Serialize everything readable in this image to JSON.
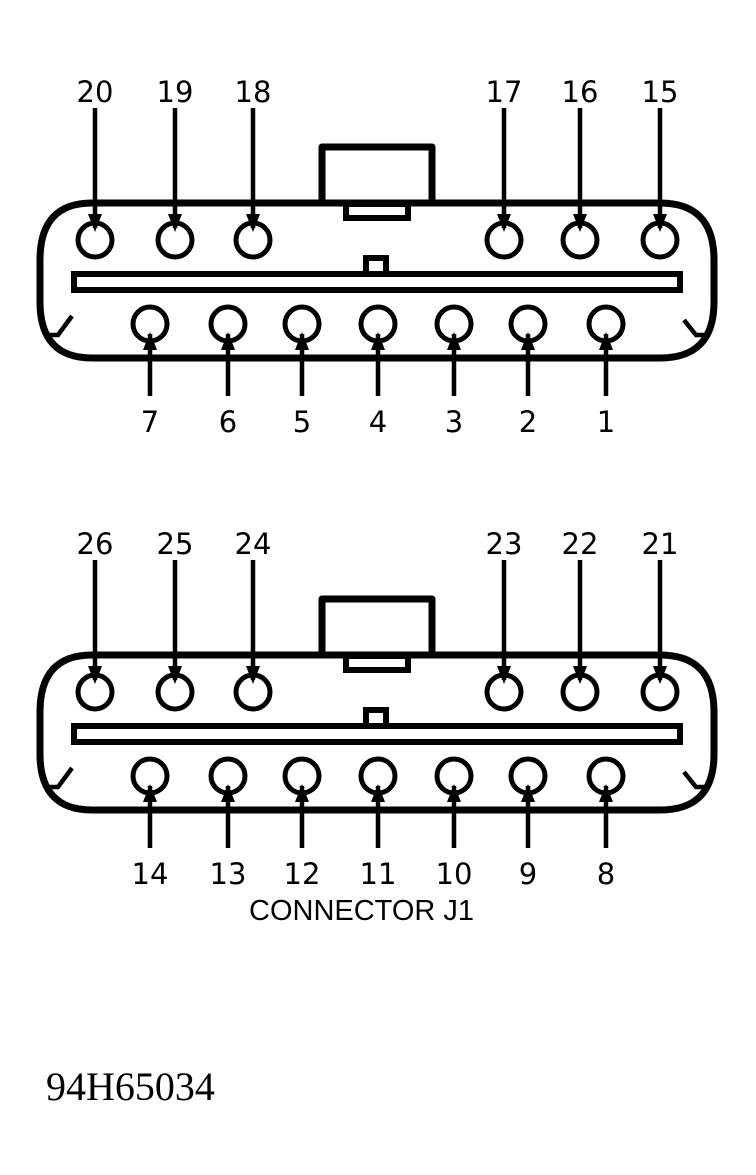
{
  "caption": "CONNECTOR J1",
  "figure_id": "94H65034",
  "connectors": [
    {
      "top_row": [
        "20",
        "19",
        "18",
        "17",
        "16",
        "15"
      ],
      "bottom_row": [
        "7",
        "6",
        "5",
        "4",
        "3",
        "2",
        "1"
      ]
    },
    {
      "top_row": [
        "26",
        "25",
        "24",
        "23",
        "22",
        "21"
      ],
      "bottom_row": [
        "14",
        "13",
        "12",
        "11",
        "10",
        "9",
        "8"
      ]
    }
  ]
}
